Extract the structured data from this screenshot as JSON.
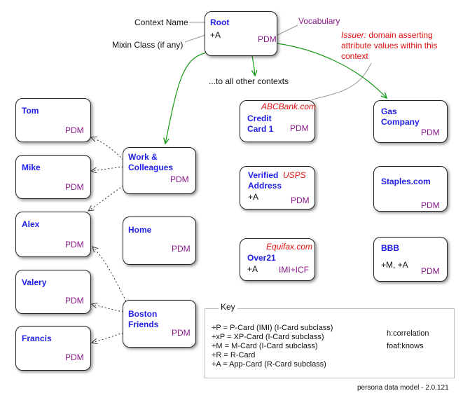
{
  "labels": {
    "context_name": "Context Name",
    "mixin_class": "Mixin Class (if any)",
    "vocabulary": "Vocabulary",
    "to_all_contexts": "...to all other contexts",
    "issuer_prefix": "Issuer:",
    "issuer_text": " domain asserting attribute values within this context"
  },
  "nodes": {
    "root": {
      "name": "Root",
      "mixin": "+A",
      "vocab": "PDM"
    },
    "tom": {
      "name": "Tom",
      "vocab": "PDM"
    },
    "mike": {
      "name": "Mike",
      "vocab": "PDM"
    },
    "alex": {
      "name": "Alex",
      "vocab": "PDM"
    },
    "valery": {
      "name": "Valery",
      "vocab": "PDM"
    },
    "francis": {
      "name": "Francis",
      "vocab": "PDM"
    },
    "work": {
      "name": "Work &\nColleagues",
      "vocab": "PDM"
    },
    "home": {
      "name": "Home",
      "vocab": "PDM"
    },
    "boston": {
      "name": "Boston\nFriends",
      "vocab": "PDM"
    },
    "credit": {
      "name": "Credit\nCard 1",
      "vocab": "PDM",
      "issuer": "ABCBank.com"
    },
    "verified": {
      "name": "Verified\nAddress",
      "mixin": "+A",
      "vocab": "PDM",
      "issuer": "USPS"
    },
    "over21": {
      "name": "Over21",
      "mixin": "+A",
      "vocab": "IMI+ICF",
      "issuer": "Equifax.com"
    },
    "gas": {
      "name": "Gas\nCompany",
      "vocab": "PDM"
    },
    "staples": {
      "name": "Staples.com",
      "vocab": "PDM"
    },
    "bbb": {
      "name": "BBB",
      "mixin": "+M, +A",
      "vocab": "PDM"
    }
  },
  "key": {
    "title": "Key",
    "items": [
      "+P = P-Card (IMI) (I-Card subclass)",
      "+xP = XP-Card (I-Card subclass)",
      "+M = M-Card (I-Card subclass)",
      "+R = R-Card",
      "+A = App-Card (R-Card subclass)"
    ],
    "correlation": "h:correlation",
    "knows": "foaf:knows"
  },
  "footer": "persona data model - 2.0.121",
  "colors": {
    "name": "#2020e6",
    "vocab": "#8a1a8a",
    "issuer": "#e01010",
    "correlation": "#1a9a1a",
    "knows": "#333333"
  }
}
